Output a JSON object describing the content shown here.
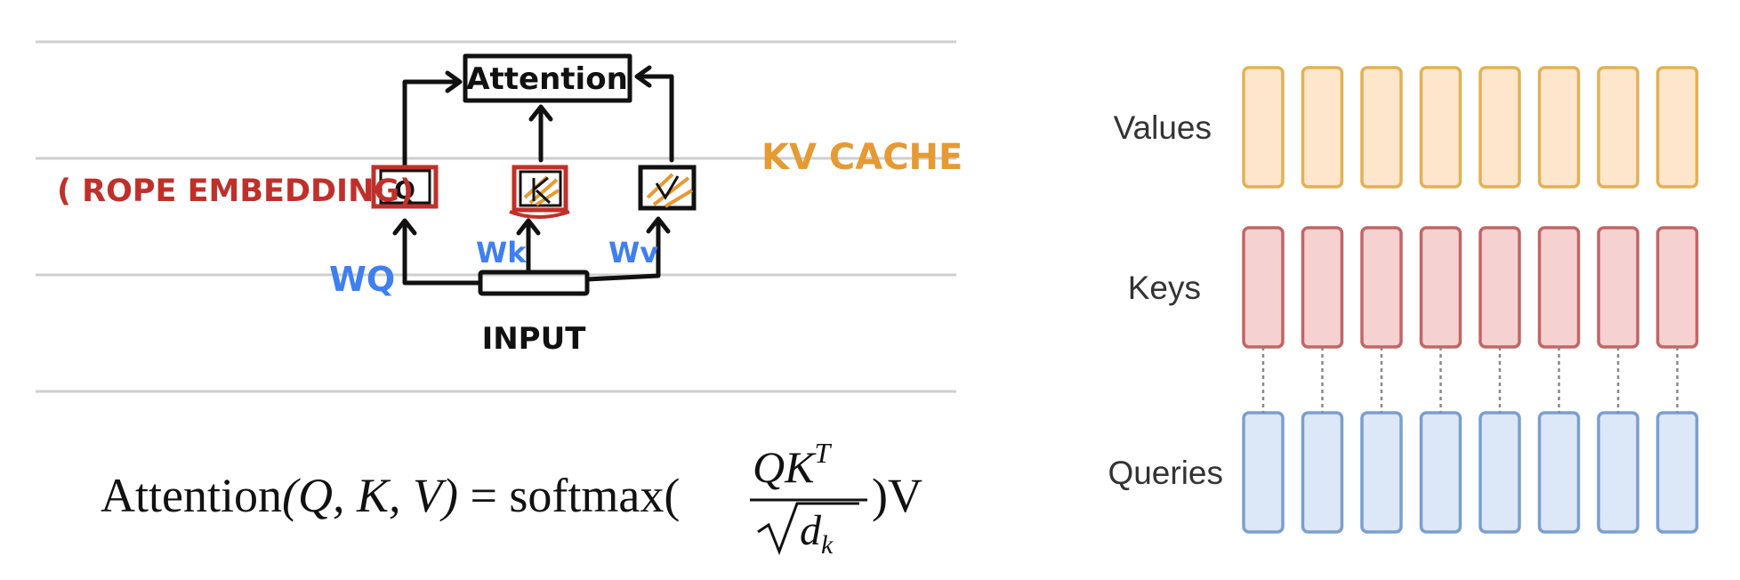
{
  "sketch": {
    "attention_box": "Attention",
    "q_box": "Q",
    "rope_label": "( ROPE EMBEDDING)",
    "kv_cache_label": "KV CACHE",
    "wq_label": "WQ",
    "wk_label": "Wk",
    "wv_label": "Wv",
    "input_label": "INPUT"
  },
  "formula": {
    "lhs_name": "Attention",
    "lhs_args": "(Q, K, V)",
    "equals": "=",
    "softmax": "softmax(",
    "numerator_base": "QK",
    "numerator_exp": "T",
    "denominator_base": "d",
    "denominator_sub": "k",
    "tail": ")V"
  },
  "kv_diagram": {
    "rows": [
      {
        "label": "Values",
        "fill": "#fde6cc",
        "stroke": "#e2b153"
      },
      {
        "label": "Keys",
        "fill": "#f6d1d1",
        "stroke": "#c26565"
      },
      {
        "label": "Queries",
        "fill": "#dce7f7",
        "stroke": "#7a9fcf"
      }
    ],
    "token_count": 8
  },
  "colors": {
    "rope_red": "#c0302a",
    "kv_orange": "#e59a34",
    "weight_blue": "#3f7ff0",
    "ink": "#111111",
    "rule": "#cfcfcf"
  }
}
